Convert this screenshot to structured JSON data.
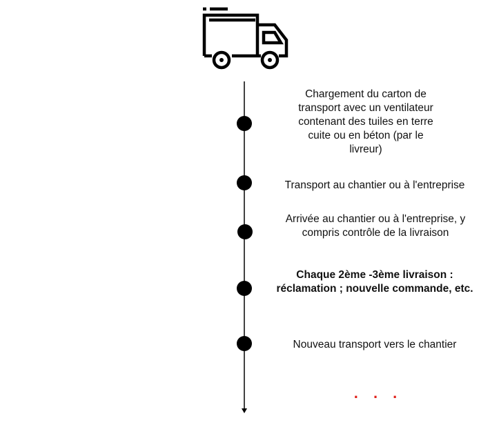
{
  "steps": [
    {
      "text": "Chargement du carton de transport avec un ventilateur contenant des tuiles en terre cuite ou en béton (par le livreur)",
      "bold": false
    },
    {
      "text": "Transport au chantier ou à l'entreprise",
      "bold": false
    },
    {
      "text": "Arrivée au chantier ou à l'entreprise, y compris contrôle de la livraison",
      "bold": false
    },
    {
      "text": "Chaque 2ème -3ème livraison : réclamation ; nouvelle commande, etc.",
      "bold": true
    },
    {
      "text": "Nouveau transport vers le chantier",
      "bold": false
    }
  ],
  "ellipsis": ". . .",
  "colors": {
    "ellipsis": "#e0201a",
    "line": "#000000"
  }
}
